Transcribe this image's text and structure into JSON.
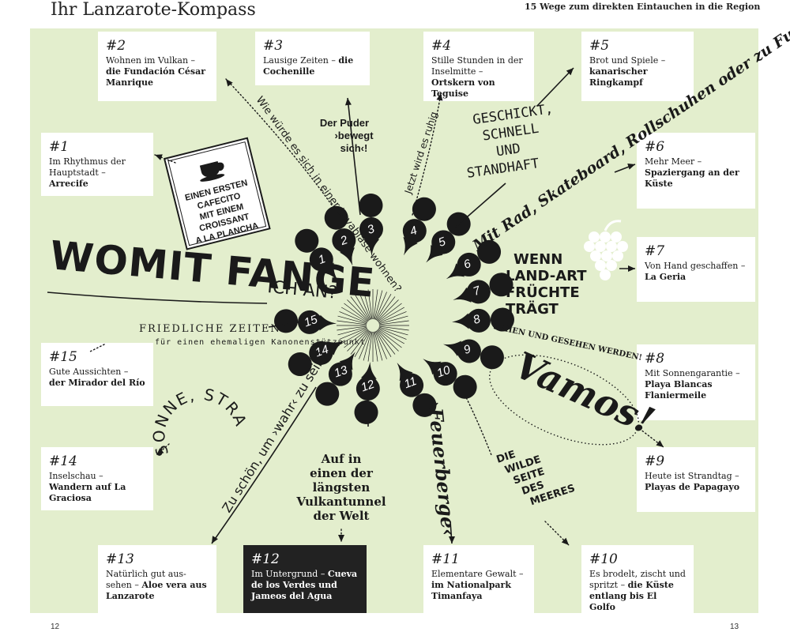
{
  "header": {
    "title": "Ihr Lanzarote-Kompass",
    "subtitle": "15 Wege zum direkten Eintauchen in die Region"
  },
  "pages": {
    "left": "12",
    "right": "13"
  },
  "colors": {
    "background": "#e3eecd",
    "box": "#ffffff",
    "dark_box": "#222222",
    "ink": "#1a1a1a"
  },
  "boxes": [
    {
      "num": "#2",
      "text": "Wohnen im Vulkan –",
      "bold": "die Fundación César Manrique"
    },
    {
      "num": "#3",
      "text": "Lausige Zeiten –",
      "bold": "die Cochenille"
    },
    {
      "num": "#4",
      "text": "Stille Stunden in der Inselmitte –",
      "bold": "Ortskern von Teguise"
    },
    {
      "num": "#5",
      "text": "Brot und Spiele –",
      "bold": "kanarischer Ringkampf"
    },
    {
      "num": "#1",
      "text": "Im Rhythmus der Hauptstadt –",
      "bold": "Arrecife"
    },
    {
      "num": "#6",
      "text": "Mehr Meer –",
      "bold": "Spaziergang an der Küste"
    },
    {
      "num": "#7",
      "text": "Von Hand geschaffen –",
      "bold": "La Geria"
    },
    {
      "num": "#15",
      "text": "Gute Aussichten –",
      "bold": "der Mirador del Río"
    },
    {
      "num": "#8",
      "text": "Mit Sonnengarantie –",
      "bold": "Playa Blancas Flaniermeile"
    },
    {
      "num": "#14",
      "text": "Inselschau –",
      "bold": "Wandern auf La Graciosa"
    },
    {
      "num": "#9",
      "text": "Heute ist Strandtag –",
      "bold": "Playas de Papagayo"
    },
    {
      "num": "#13",
      "text": "Natürlich gut aus-sehen –",
      "bold": "Aloe vera aus Lanzarote"
    },
    {
      "num": "#12",
      "text": "Im Untergrund –",
      "bold": "Cueva de los Verdes und Jameos del Agua"
    },
    {
      "num": "#11",
      "text": "Elementare Gewalt –",
      "bold": "im Nationalpark Timanfaya"
    },
    {
      "num": "#10",
      "text": "Es brodelt, zischt und spritzt –",
      "bold": "die Küste entlang bis El Golfo"
    }
  ],
  "drops": [
    "1",
    "2",
    "3",
    "4",
    "5",
    "6",
    "7",
    "8",
    "9",
    "10",
    "11",
    "12",
    "13",
    "14",
    "15"
  ],
  "labels": {
    "cafecito": "EINEN ERSTEN CAFECITO MIT EINEM CROISSANT A LA PLANCHA",
    "womit_1": "WOMIT FANGE",
    "womit_2": "ICH AN?",
    "lavabiase": "Wie würde es sich in einer Lavabiase wohnen?",
    "puder": "Der Puder ›bewegt sich‹!",
    "jetzt": "Jetzt wird es ruhig",
    "geschickt": "GESCHICKT, SCHNELL UND STANDHAFT",
    "mit_rad": "Mit Rad, Skateboard, Rollschuhen oder zu Fuß",
    "land_art": "WENN LAND-ART FRÜCHTE TRÄGT",
    "sehen": "SEHEN UND GESEHEN WERDEN!",
    "vamos": "Vamos!",
    "friedliche": "FRIEDLICHE ZEITEN",
    "kanonen": "für einen ehemaligen Kanonenstützpunkt",
    "sonne": "SONNE, STRAND, SAND",
    "zu_schoen": "Zu schön, um ›wahr‹ zu sein?",
    "vulkantunnel": "Auf in einen der längsten Vulkantunnel der Welt",
    "feuerberge": "›Feuerberge‹",
    "wilde": "DIE WILDE SEITE DES MEERES"
  }
}
